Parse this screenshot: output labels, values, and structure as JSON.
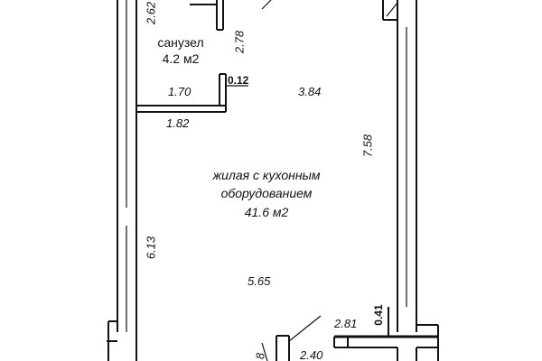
{
  "rooms": [
    {
      "name": "санузел",
      "area": "4.2 м2"
    },
    {
      "name_line1": "жилая с кухонным",
      "name_line2": "оборудованием",
      "area": "41.6 м2"
    }
  ],
  "dimensions": {
    "bath_top_left": "2.62",
    "bath_height": "2.78",
    "bath_wall_offset": "0.12",
    "bath_inner_width": "1.70",
    "bath_outer_width": "1.82",
    "living_top_width": "3.84",
    "living_height_right": "7.58",
    "living_height_left": "6.13",
    "living_bottom_width": "5.65",
    "bottom_right_width": "2.81",
    "bottom_right_offset": "0.41",
    "bottom_entry_width": "2.40",
    "bottom_left_partial": "8"
  }
}
